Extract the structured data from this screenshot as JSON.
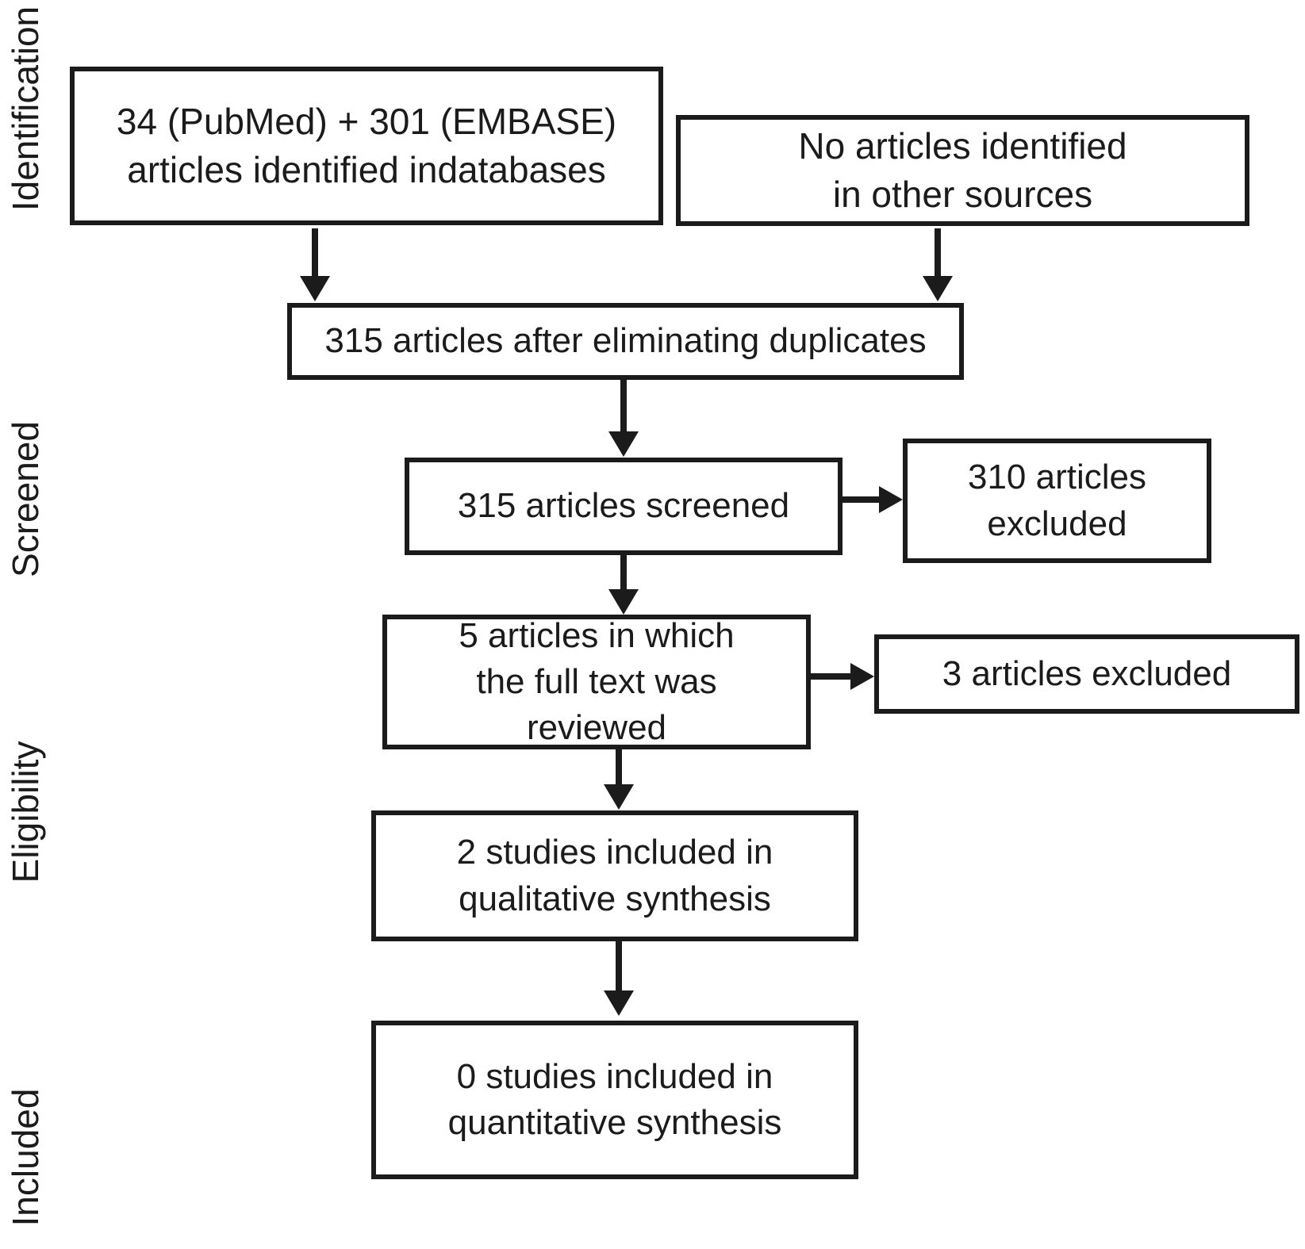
{
  "diagram": {
    "background_color": "#ffffff",
    "line_color": "#1b1b1b",
    "stage_labels": {
      "identification": "Identification",
      "screened": "Screened",
      "eligibility": "Eligibility",
      "included": "Included"
    },
    "boxes": {
      "identified_databases": "34 (PubMed) + 301 (EMBASE)\narticles identified indatabases",
      "other_sources": "No articles identified\nin other sources",
      "after_duplicates": "315 articles after eliminating duplicates",
      "screened": "315 articles screened",
      "screened_excluded": "310 articles\nexcluded",
      "full_text_reviewed": "5 articles in which\nthe full text was\nreviewed",
      "full_text_excluded": "3 articles excluded",
      "qualitative_synthesis": "2 studies included in\nqualitative synthesis",
      "quantitative_synthesis": "0 studies included in\nquantitative synthesis"
    }
  }
}
